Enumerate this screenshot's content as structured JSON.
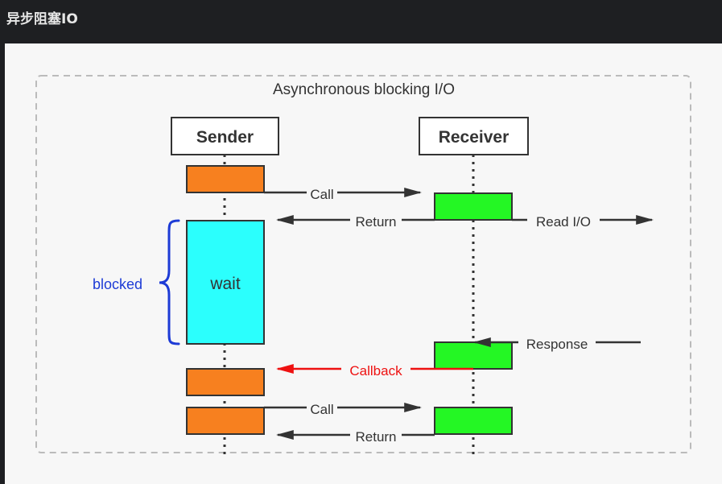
{
  "header": {
    "title": "异步阻塞IO"
  },
  "diagram": {
    "title": "Asynchronous blocking I/O",
    "sender_label": "Sender",
    "receiver_label": "Receiver",
    "wait_label": "wait",
    "blocked_label": "blocked",
    "messages": {
      "call_1": "Call",
      "return_1": "Return",
      "read_io": "Read I/O",
      "response": "Response",
      "callback": "Callback",
      "call_2": "Call",
      "return_2": "Return"
    },
    "colors": {
      "sender_box": "#f7801f",
      "receiver_box": "#24f724",
      "wait_box": "#2bfffd",
      "blocked": "#1d3bd6",
      "callback": "#ee1111",
      "arrow": "#333333",
      "border": "#bbbbbb"
    }
  }
}
